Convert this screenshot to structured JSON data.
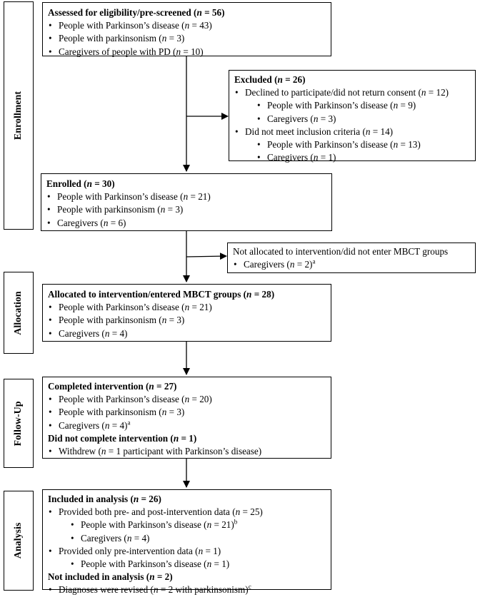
{
  "stages": {
    "enrollment": "Enrollment",
    "allocation": "Allocation",
    "followup": "Follow-Up",
    "analysis": "Analysis"
  },
  "n_symbol": "n",
  "assessed": {
    "title": "Assessed for eligibility/pre-screened",
    "title_count": "56",
    "items": [
      {
        "label": "People with Parkinson’s disease",
        "count": "43"
      },
      {
        "label": "People with parkinsonism",
        "count": "3"
      },
      {
        "label": "Caregivers of people with PD",
        "count": "10"
      }
    ]
  },
  "excluded": {
    "title": "Excluded",
    "title_count": "26",
    "declined": {
      "label": "Declined to participate/did not return consent",
      "count": "12"
    },
    "declined_sub": [
      {
        "label": "People with Parkinson’s disease",
        "count": "9"
      },
      {
        "label": "Caregivers",
        "count": "3"
      }
    ],
    "not_met": {
      "label": "Did not meet inclusion criteria",
      "count": "14"
    },
    "not_met_sub": [
      {
        "label": "People with Parkinson’s disease",
        "count": "13"
      },
      {
        "label": "Caregivers",
        "count": "1"
      }
    ]
  },
  "enrolled": {
    "title": "Enrolled",
    "title_count": "30",
    "items": [
      {
        "label": "People with Parkinson’s disease",
        "count": "21"
      },
      {
        "label": "People with parkinsonism",
        "count": "3"
      },
      {
        "label": "Caregivers",
        "count": "6"
      }
    ]
  },
  "not_allocated": {
    "title": "Not allocated to intervention/did not enter MBCT groups",
    "item": {
      "label": "Caregivers",
      "count": "2",
      "sup": "a"
    }
  },
  "allocated": {
    "title": "Allocated to intervention/entered MBCT groups",
    "title_count": "28",
    "items": [
      {
        "label": "People with Parkinson’s disease",
        "count": "21"
      },
      {
        "label": "People with parkinsonism",
        "count": "3"
      },
      {
        "label": "Caregivers",
        "count": "4"
      }
    ]
  },
  "followup": {
    "completed_title": "Completed intervention",
    "completed_count": "27",
    "completed_items": [
      {
        "label": "People with Parkinson’s disease",
        "count": "20"
      },
      {
        "label": "People with parkinsonism",
        "count": "3"
      },
      {
        "label": "Caregivers",
        "count": "4",
        "sup": "a"
      }
    ],
    "not_completed_title": "Did not complete intervention",
    "not_completed_count": "1",
    "withdrew": {
      "label": "Withdrew",
      "count": "1",
      "suffix": "participant with Parkinson’s disease"
    }
  },
  "analysis": {
    "included_title": "Included in analysis",
    "included_count": "26",
    "both": {
      "label": "Provided both pre- and post-intervention data",
      "count": "25"
    },
    "both_sub": [
      {
        "label": "People with Parkinson’s disease",
        "count": "21",
        "sup": "b"
      },
      {
        "label": "Caregivers",
        "count": "4"
      }
    ],
    "pre_only": {
      "label": "Provided only pre-intervention data",
      "count": "1"
    },
    "pre_only_sub": [
      {
        "label": "People with Parkinson’s disease",
        "count": "1"
      }
    ],
    "not_included_title": "Not included in analysis",
    "not_included_count": "2",
    "revised": {
      "label": "Diagnoses were revised",
      "count": "2",
      "suffix": "with parkinsonism",
      "sup": "c"
    }
  }
}
